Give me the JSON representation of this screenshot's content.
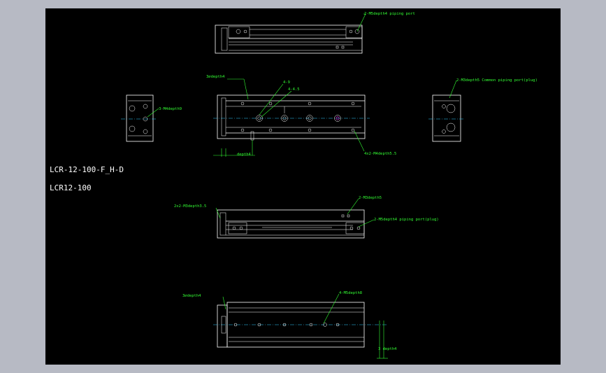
{
  "drawing": {
    "title_model": "LCR-12-100-F_H-D",
    "title_series": "LCR12-100",
    "colors": {
      "background": "#000000",
      "frame": "#b7bac4",
      "lines": "#ffffff",
      "annotation": "#33ff33",
      "centerline": "#33ccff"
    }
  },
  "annotations": {
    "top_piping_port": "2-M5depth4  piping port",
    "front_depth_a": "3⌀depth4",
    "front_dia_1": "4-9",
    "front_dia_2": "4-4.5",
    "common_port": "2-M3depth5 Common piping port(plug)",
    "left_m4": "3-M4depth9",
    "front_bottom_depth": "depth4",
    "front_m4x2": "4x2-M4depth5.5",
    "side_m3x2": "2x2-M3depth3.5",
    "side_m3": "2-M3depth5",
    "side_m5_plug": "2-M5depth4  piping port(plug)",
    "bottom_depth_left": "3⌀depth4",
    "bottom_m5": "4-M5depth8",
    "bottom_depth_right": "3  depth4"
  }
}
